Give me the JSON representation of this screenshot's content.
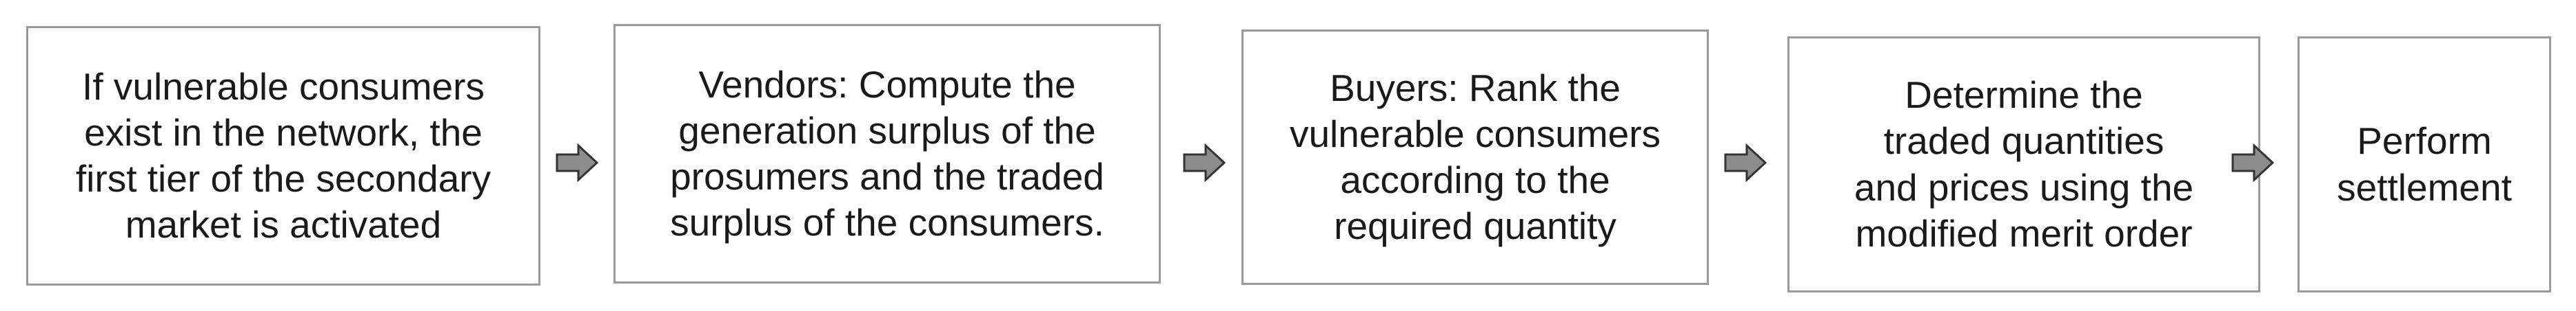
{
  "diagram": {
    "steps": [
      {
        "text": "If vulnerable consumers\nexist in the network, the\nfirst tier of the secondary\nmarket is activated"
      },
      {
        "text": "Vendors: Compute the\ngeneration surplus of the\nprosumers and the traded\nsurplus of the consumers."
      },
      {
        "text": "Buyers: Rank the\nvulnerable consumers\naccording to the\nrequired quantity"
      },
      {
        "text": "Determine the\ntraded quantities\nand prices using the\nmodified merit order"
      },
      {
        "text": "Perform\nsettlement"
      }
    ],
    "arrow_icon": "right-arrow-icon",
    "colors": {
      "box_border": "#9a9a9a",
      "arrow_fill": "#8c8c8c",
      "arrow_stroke": "#333333",
      "text": "#1a1a1a"
    }
  }
}
